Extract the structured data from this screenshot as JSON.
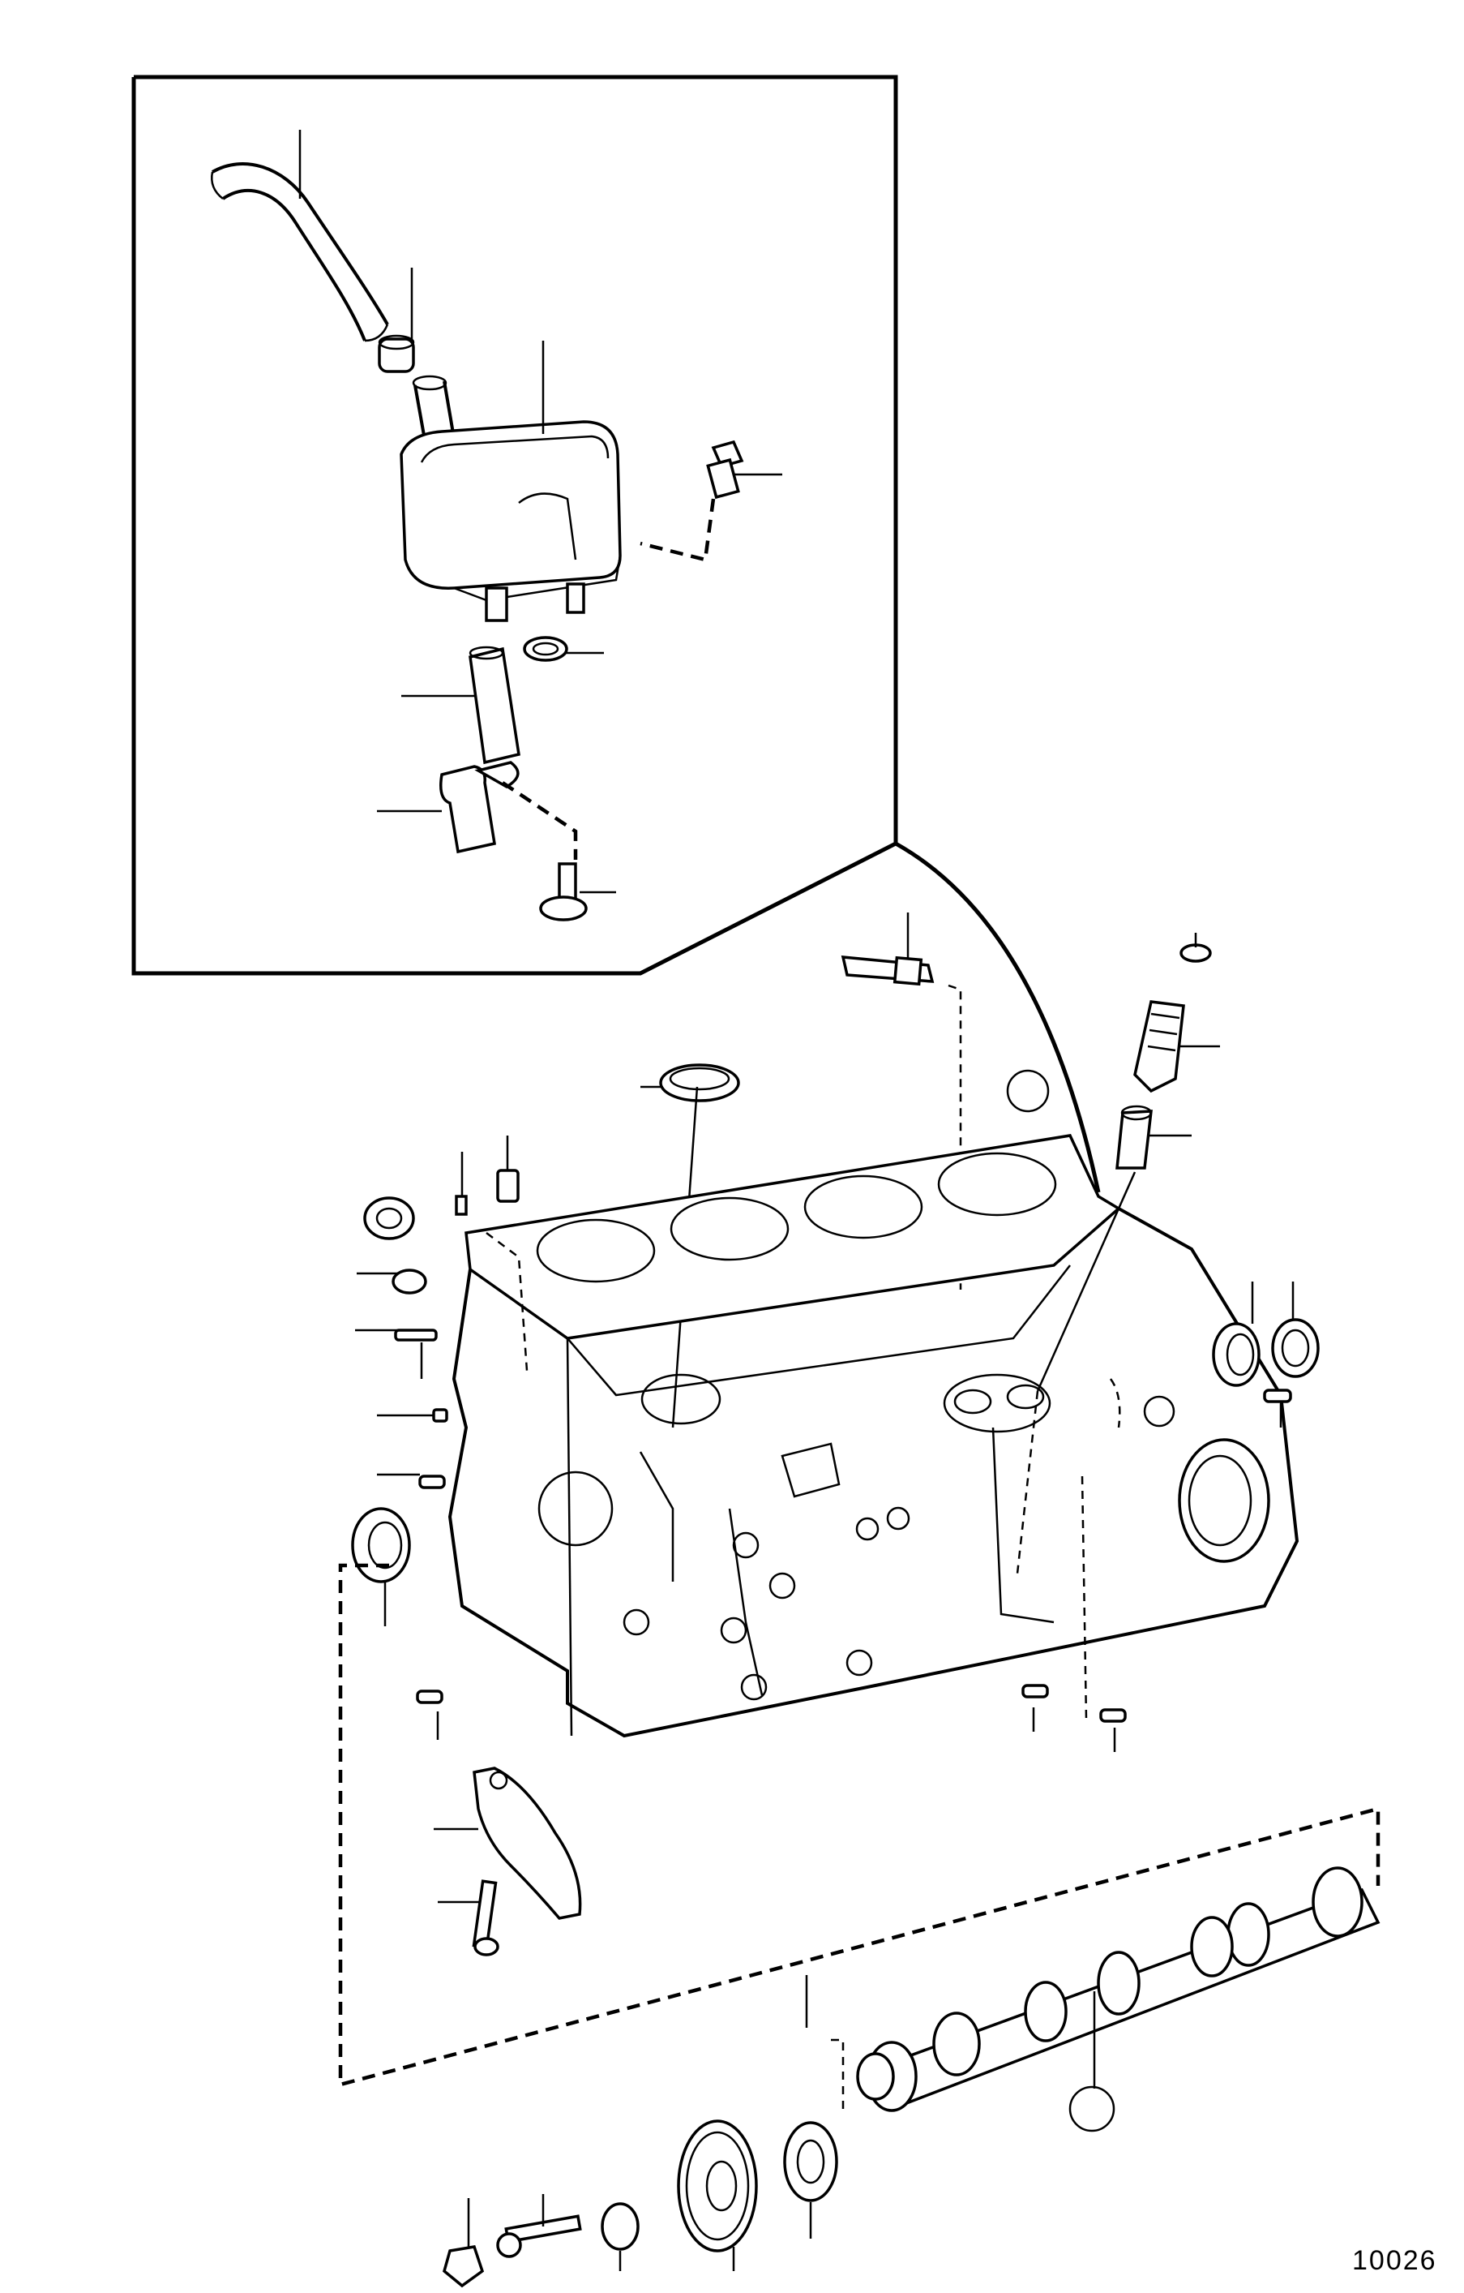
{
  "figure": {
    "number": "10026"
  },
  "parts": [
    {
      "name": "vent-hose"
    },
    {
      "name": "hose-clamp"
    },
    {
      "name": "oil-trap"
    },
    {
      "name": "flange-bolt"
    },
    {
      "name": "o-ring"
    },
    {
      "name": "pipe"
    },
    {
      "name": "bracket"
    },
    {
      "name": "bracket-screw"
    },
    {
      "name": "oil-pressure-sender"
    },
    {
      "name": "drive-gear"
    },
    {
      "name": "seal-ring"
    },
    {
      "name": "sleeve"
    },
    {
      "name": "cylinder-block"
    },
    {
      "name": "camshaft-bearing-rear"
    },
    {
      "name": "camshaft-bearing-front"
    },
    {
      "name": "main-bearing-cap"
    },
    {
      "name": "cap-bolt"
    },
    {
      "name": "camshaft"
    },
    {
      "name": "camshaft-gear"
    },
    {
      "name": "thrust-washer"
    },
    {
      "name": "gear-bolt"
    },
    {
      "name": "gear-nut"
    }
  ]
}
